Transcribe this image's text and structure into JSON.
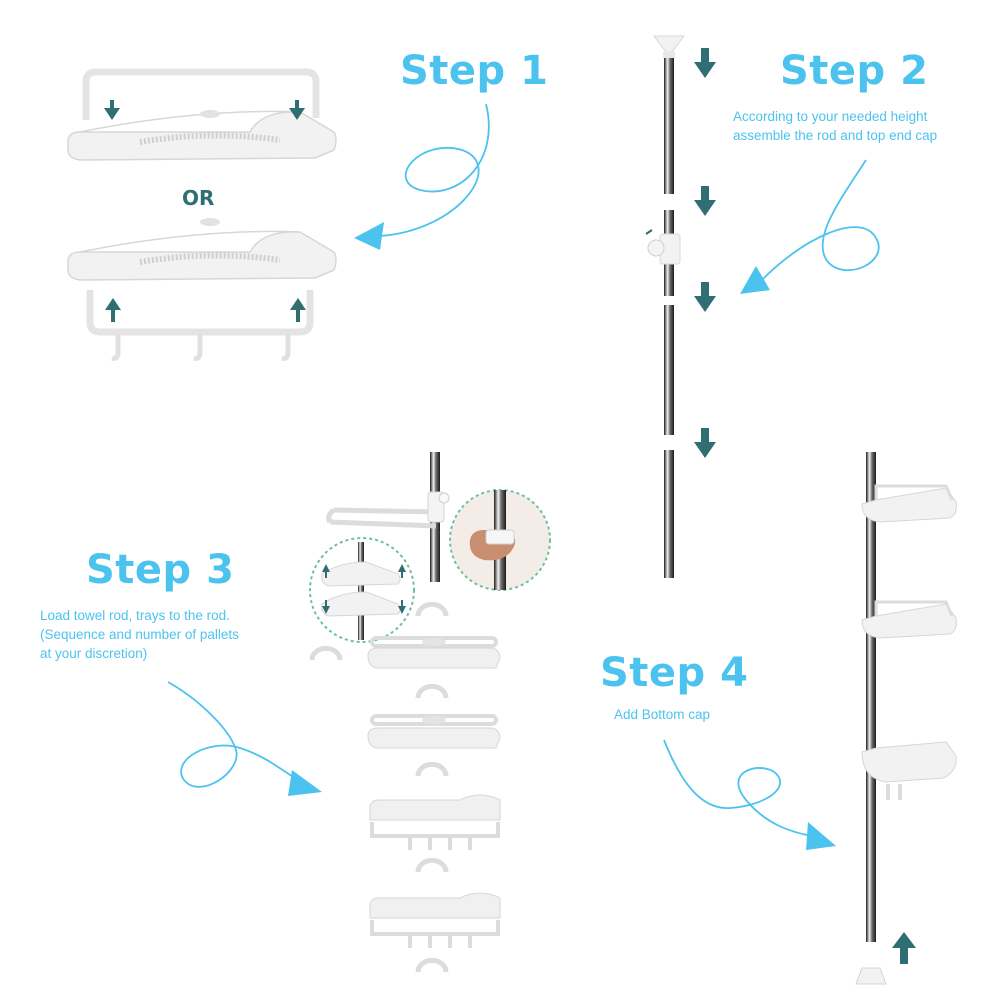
{
  "steps": [
    {
      "title": "Step 1",
      "description": []
    },
    {
      "title": "Step 2",
      "description": [
        "According to your needed height",
        "assemble the rod and top end cap"
      ]
    },
    {
      "title": "Step 3",
      "description": [
        "Load towel rod, trays to the rod.",
        "(Sequence and number of pallets",
        "at your discretion)"
      ]
    },
    {
      "title": "Step 4",
      "description": [
        "Add Bottom cap"
      ]
    }
  ],
  "or_label": "OR",
  "colors": {
    "accent": "#4cc3ee",
    "arrow_teal": "#2f6f73",
    "tray": "#f1f1f1",
    "tray_edge": "#d6d6d6",
    "rod": "#333333"
  }
}
